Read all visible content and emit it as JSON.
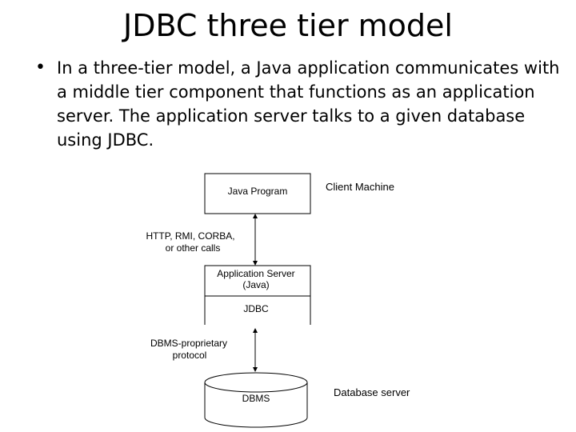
{
  "slide": {
    "title": "JDBC three tier model",
    "bullet": "In a three-tier model, a Java application communicates with a middle tier component that functions as an application server. The application server talks to a given database using JDBC."
  },
  "diagram": {
    "client_box_label": "Java Program",
    "client_side_label": "Client Machine",
    "link1_label_line1": "HTTP, RMI, CORBA,",
    "link1_label_line2": "or other calls",
    "app_server_label_line1": "Application Server",
    "app_server_label_line2": "(Java)",
    "jdbc_label": "JDBC",
    "link2_label_line1": "DBMS-proprietary",
    "link2_label_line2": "protocol",
    "dbms_label": "DBMS",
    "db_side_label": "Database server"
  }
}
